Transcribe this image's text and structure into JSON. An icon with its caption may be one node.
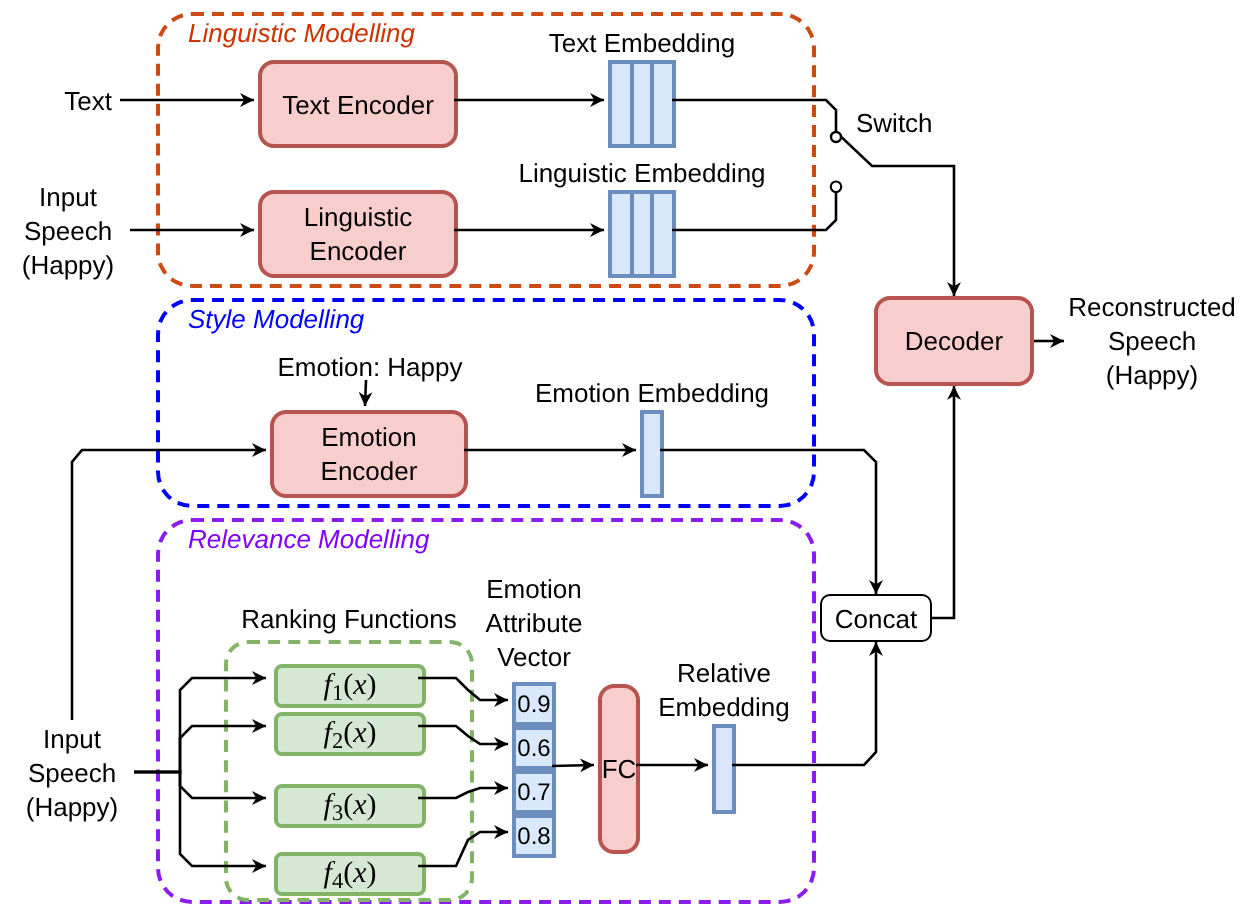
{
  "diagram": {
    "nodes": [
      {
        "text": [
          "Linguistic Modelling"
        ]
      },
      {
        "text": [
          "Style Modelling"
        ]
      },
      {
        "text": [
          "Relevance Modelling"
        ]
      },
      {
        "text": [
          "Ranking Functions"
        ],
        "in": 2
      },
      {
        "text": [
          "Text"
        ]
      },
      {
        "text": [
          "Input Speech (Happy)"
        ]
      },
      {
        "text": [
          "Text Encoder"
        ],
        "in": 0
      },
      {
        "text": [
          "Linguistic Encoder"
        ],
        "in": 0
      },
      {
        "text": [
          "Text Embedding"
        ],
        "in": 0
      },
      {
        "text": [
          "Linguistic Embedding"
        ],
        "in": 0
      },
      {
        "text": [
          "Emotion: Happy"
        ],
        "in": 1
      },
      {
        "text": [
          "Emotion Encoder"
        ],
        "in": 1
      },
      {
        "text": [
          "Emotion Embedding"
        ],
        "in": 1
      },
      {
        "text": [
          "Input Speech (Happy)"
        ]
      },
      {
        "text": [
          "*f*$_{1}$(*x*)"
        ],
        "in": 3
      },
      {
        "text": [
          "*f*$_{2}$(*x*)"
        ],
        "in": 3
      },
      {
        "text": [
          "*f*$_{3}$(*x*)"
        ],
        "in": 3
      },
      {
        "text": [
          "*f*$_{4}$(*x*)"
        ],
        "in": 3
      },
      {
        "text": [
          "Emotion Attribute Vector"
        ],
        "in": 2
      },
      {
        "text": [
          "0.9"
        ],
        "in": 18
      },
      {
        "text": [
          "0.6"
        ],
        "in": 18
      },
      {
        "text": [
          "0.7"
        ],
        "in": 18
      },
      {
        "text": [
          "0.8"
        ],
        "in": 18
      },
      {
        "text": [
          "FC"
        ],
        "in": 2
      },
      {
        "text": [
          "Relative Embedding"
        ],
        "in": 2
      },
      {
        "text": [
          "Concat"
        ]
      },
      {
        "text": [
          "Decoder"
        ]
      },
      {
        "text": [
          "Reconstructed Speech (Happy)"
        ]
      }
    ],
    "edges": [
      {
        "from": 4,
        "to": 6,
        "arrow": "to"
      },
      {
        "from": 5,
        "to": 7,
        "arrow": "to"
      },
      {
        "from": 6,
        "to": 8,
        "arrow": "to"
      },
      {
        "from": 7,
        "to": 9,
        "arrow": "to"
      },
      {
        "from": 8,
        "to": 26,
        "arrow": "to"
      },
      {
        "from": 9,
        "to": null,
        "arrow": "other"
      },
      {
        "from": 10,
        "to": 11,
        "arrow": "to"
      },
      {
        "from": 13,
        "to": 11,
        "arrow": "to"
      },
      {
        "from": 11,
        "to": 12,
        "arrow": "to"
      },
      {
        "from": 12,
        "to": 25,
        "arrow": "to"
      },
      {
        "from": 13,
        "to": 14,
        "arrow": "to"
      },
      {
        "from": 13,
        "to": 15,
        "arrow": "to"
      },
      {
        "from": 13,
        "to": 16,
        "arrow": "to"
      },
      {
        "from": 13,
        "to": 17,
        "arrow": "to"
      },
      {
        "from": 14,
        "to": 19,
        "arrow": "to"
      },
      {
        "from": 15,
        "to": 20,
        "arrow": "to"
      },
      {
        "from": 16,
        "to": 21,
        "arrow": "to"
      },
      {
        "from": 17,
        "to": 22,
        "arrow": "to"
      },
      {
        "from": 18,
        "to": 23,
        "arrow": "to"
      },
      {
        "from": 23,
        "to": 24,
        "arrow": "to"
      },
      {
        "from": 24,
        "to": 25,
        "arrow": "to"
      },
      {
        "from": 25,
        "to": 26,
        "arrow": "to"
      },
      {
        "from": 26,
        "to": 27,
        "arrow": "to"
      }
    ],
    "labels": [
      "Switch"
    ]
  }
}
